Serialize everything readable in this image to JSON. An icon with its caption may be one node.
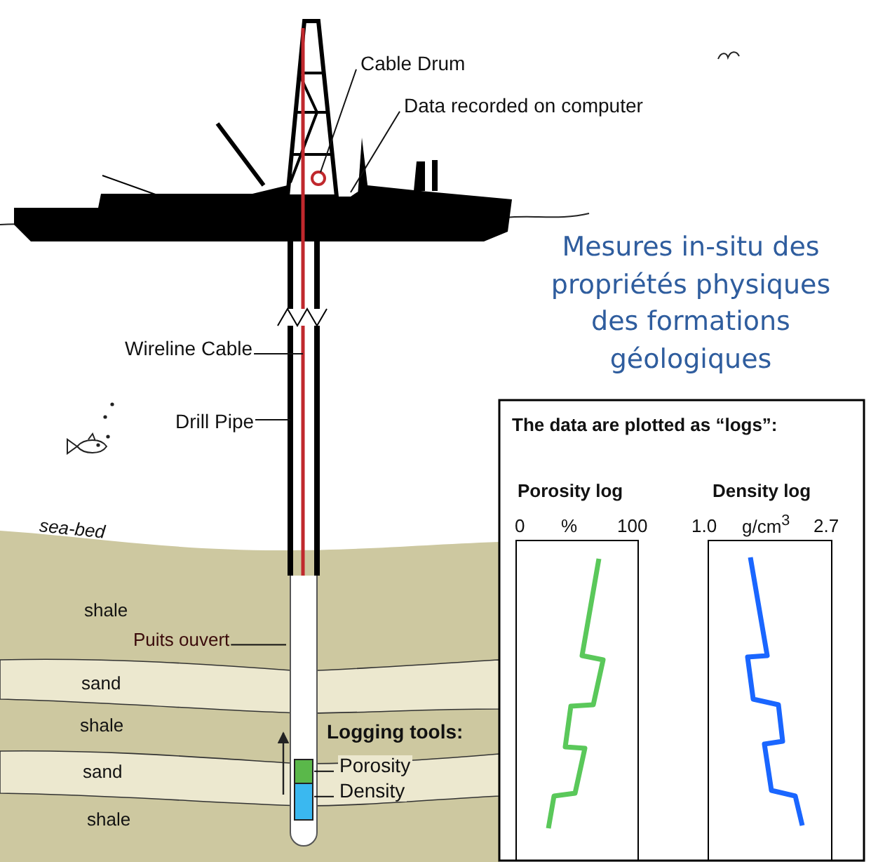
{
  "diagram": {
    "title": "Mesures in-situ des propriétés physiques des formations géologiques",
    "nodes": [
      {
        "text": [
          "Cable Drum"
        ]
      },
      {
        "text": [],
        "shape": "circle"
      },
      {
        "text": [
          "Data recorded on computer"
        ]
      },
      {
        "text": [
          "Wireline Cable"
        ]
      },
      {
        "text": [
          "Drill Pipe"
        ]
      },
      {
        "text": [
          "Puits ouvert"
        ]
      },
      {
        "text": [],
        "shape": "cylinder"
      },
      {
        "text": [
          "Porosity"
        ]
      },
      {
        "text": [],
        "shape": "box",
        "in": 6
      },
      {
        "text": [
          "Density"
        ]
      },
      {
        "text": [],
        "shape": "box",
        "in": 6
      }
    ],
    "edges": [
      {
        "from": 0,
        "to": 1,
        "arrow": "none"
      },
      {
        "from": 2,
        "to": null,
        "arrow": "none"
      },
      {
        "from": 3,
        "to": null,
        "arrow": "none"
      },
      {
        "from": 4,
        "to": null,
        "arrow": "none"
      },
      {
        "from": 5,
        "to": 6,
        "arrow": "none"
      },
      {
        "from": 7,
        "to": 8,
        "arrow": "none"
      },
      {
        "from": 9,
        "to": 10,
        "arrow": "none"
      }
    ],
    "labels": [
      "The data are plotted as “logs”:",
      "Porosity log",
      "Density log",
      "sea-bed",
      "0",
      "%",
      "100",
      "1.0",
      "g/cm$^{3}$",
      "2.7",
      "shale",
      "Logging tools:",
      "sand",
      "shale",
      "sand",
      "shale"
    ]
  }
}
